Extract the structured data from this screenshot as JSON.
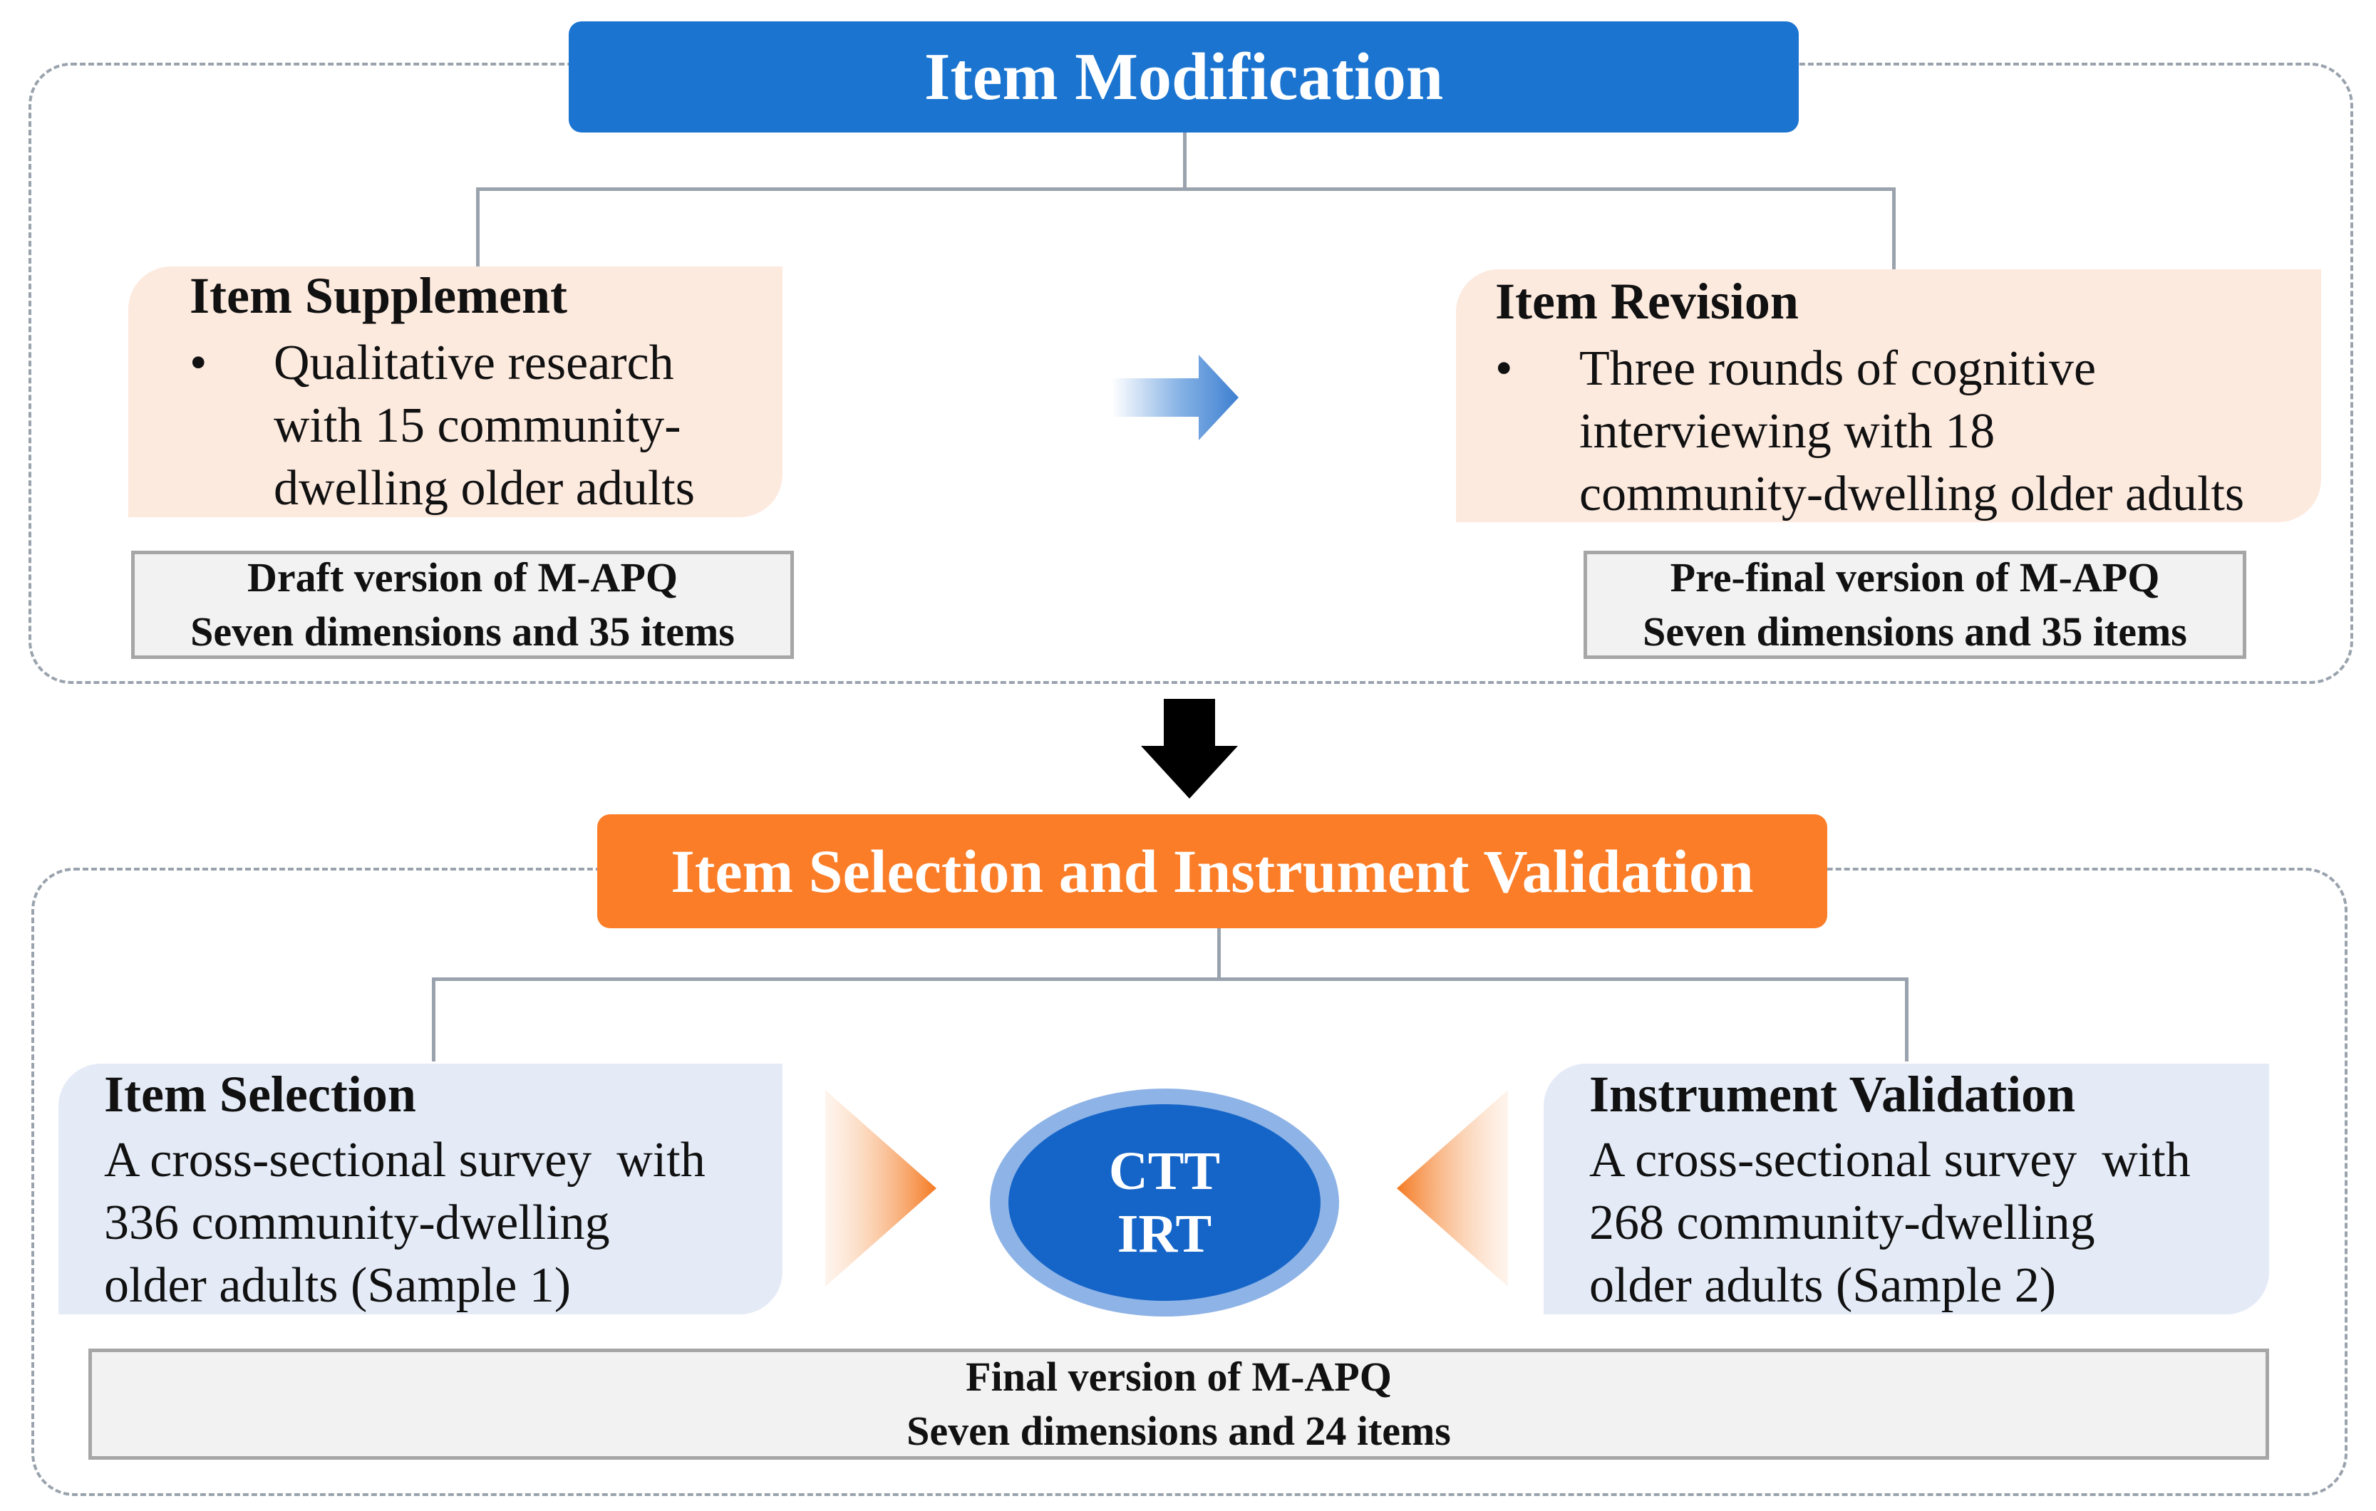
{
  "top_section": {
    "title": "Item Modification",
    "left_box": {
      "title": "Item Supplement",
      "bullet": "•",
      "lines": [
        "Qualitative research",
        "with 15 community-",
        "dwelling older adults"
      ]
    },
    "right_box": {
      "title": "Item Revision",
      "bullet": "•",
      "lines": [
        "Three rounds of cognitive",
        "interviewing with 18",
        "community-dwelling older adults"
      ]
    },
    "left_version": {
      "line1": "Draft version of M-APQ",
      "line2": "Seven dimensions and 35 items"
    },
    "right_version": {
      "line1": "Pre-final version of M-APQ",
      "line2": "Seven dimensions and 35 items"
    }
  },
  "bottom_section": {
    "title": "Item Selection and Instrument Validation",
    "left_box": {
      "title": "Item Selection",
      "lines": [
        "A cross-sectional survey  with",
        "336 community-dwelling",
        "older adults (Sample 1)"
      ]
    },
    "right_box": {
      "title": "Instrument Validation",
      "lines": [
        "A cross-sectional survey  with",
        "268 community-dwelling",
        "older adults (Sample 2)"
      ]
    },
    "center": {
      "line1": "CTT",
      "line2": "IRT"
    },
    "final_version": {
      "line1": "Final version of M-APQ",
      "line2": "Seven dimensions and 24 items"
    }
  },
  "colors": {
    "blue_header": "#1a74d0",
    "orange_header": "#fb7d28",
    "peach_box": "#fdeadf",
    "light_blue_box": "#e4ebf7",
    "oval_blue": "#1565c8",
    "oval_ring": "#8eb3e6"
  },
  "icons": {
    "top_flow_arrow": "gradient-right-arrow-icon",
    "between_sections_arrow": "black-down-arrow-icon",
    "left_triangle": "orange-right-triangle-icon",
    "right_triangle": "orange-left-triangle-icon"
  }
}
